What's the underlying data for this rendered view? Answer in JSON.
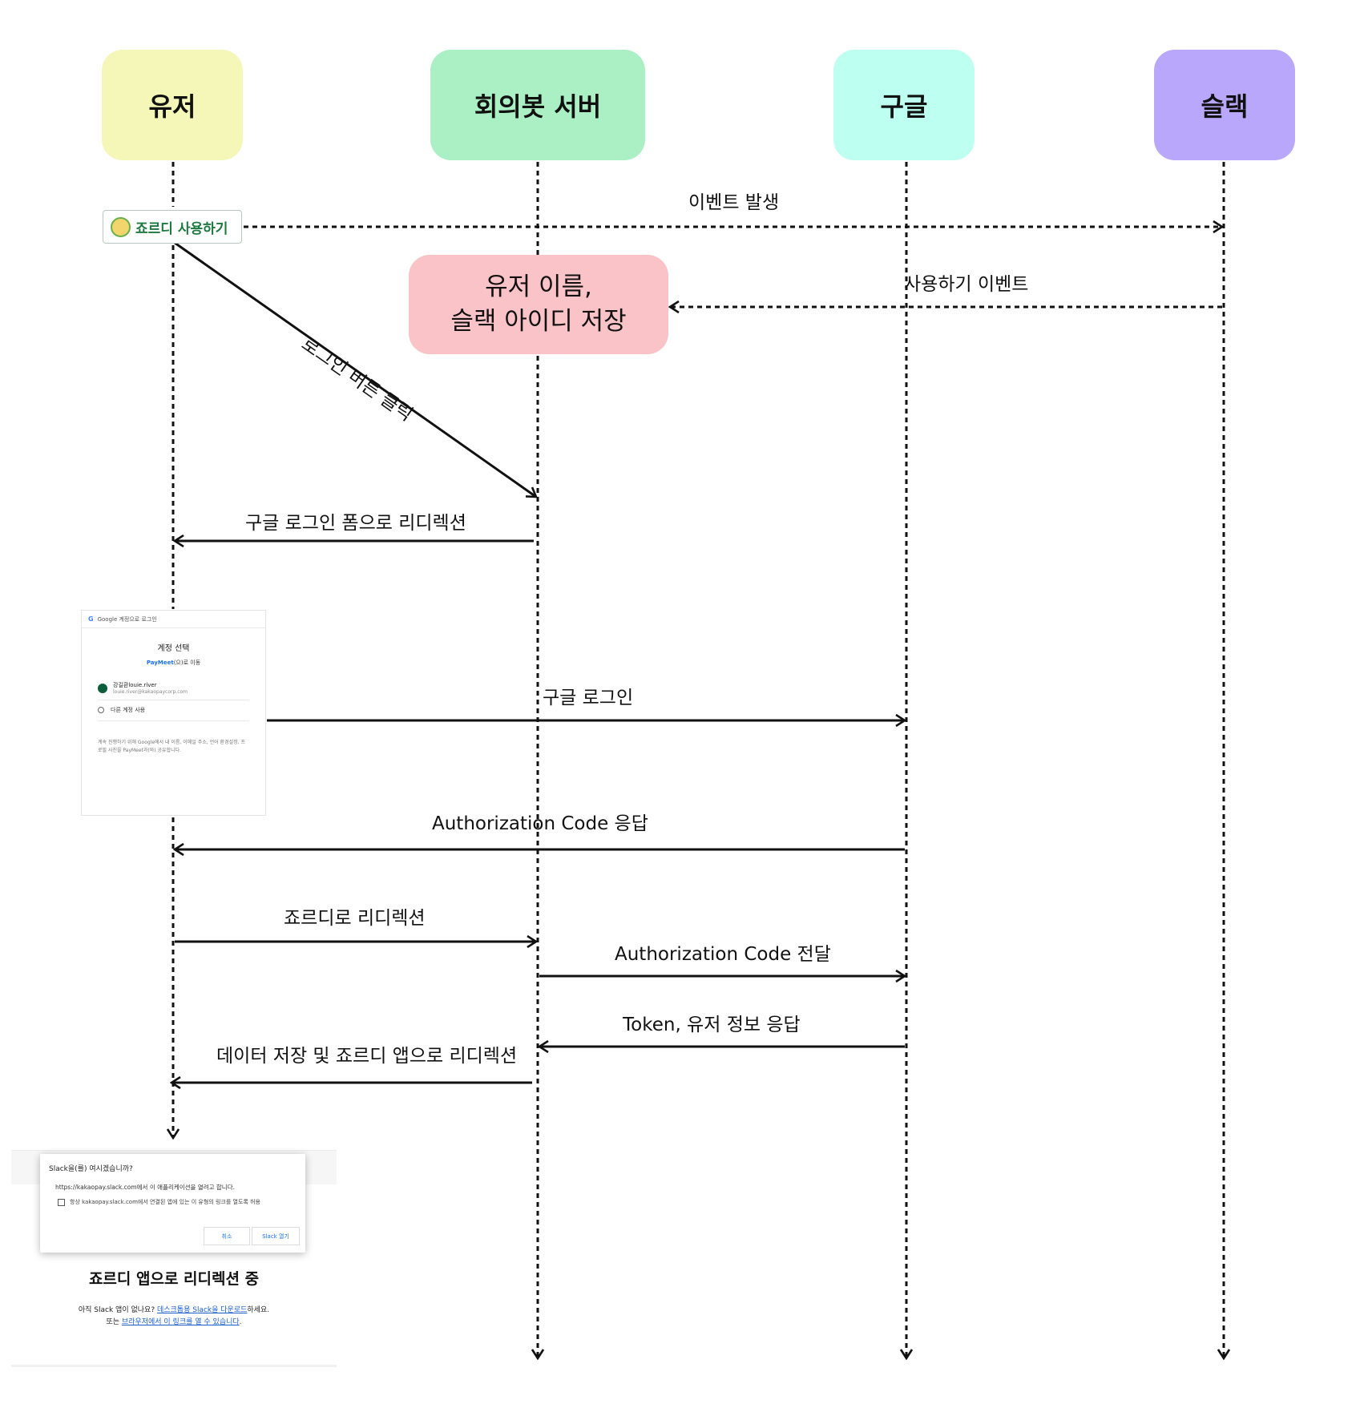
{
  "actors": {
    "user": {
      "label": "유저",
      "color": "#f5f7b8"
    },
    "bot_server": {
      "label": "회의봇 서버",
      "color": "#abefc4"
    },
    "google": {
      "label": "구글",
      "color": "#bdfff0"
    },
    "slack": {
      "label": "슬랙",
      "color": "#b9a7fb"
    }
  },
  "store_box": {
    "line1": "유저 이름,",
    "line2": "슬랙 아이디 저장",
    "color": "#f9c3c8"
  },
  "jordy_button": {
    "label": "죠르디 사용하기"
  },
  "messages": {
    "event_fire": "이벤트 발생",
    "use_event": "사용하기 이벤트",
    "login_click": "로그인 버튼 클릭",
    "redirect_google_form": "구글 로그인 폼으로 리디렉션",
    "google_login": "구글 로그인",
    "auth_code_response": "Authorization Code 응답",
    "redirect_jordy": "죠르디로 리디렉션",
    "auth_code_forward": "Authorization Code 전달",
    "token_response": "Token, 유저 정보 응답",
    "save_and_redirect_app": "데이터 저장 및 죠르디 앱으로 리디렉션"
  },
  "google_card": {
    "header": "Google 계정으로 로그인",
    "logo": "G",
    "title": "계정 선택",
    "app_name": "PayMeet",
    "subtitle_suffix": "(으)로 이동",
    "account_name": "강길환louie.river",
    "account_email": "louie.river@kakaopaycorp.com",
    "other_account": "다른 계정 사용",
    "note": "계속 진행하기 위해 Google에서 내 이름, 이메일 주소, 언어 환경설정, 프로필 사진을 PayMeet과(와) 공유합니다."
  },
  "slack_dialog": {
    "title": "Slack을(를) 여시겠습니까?",
    "message": "https://kakaopay.slack.com에서 이 애플리케이션을 열려고 합니다.",
    "checkbox_label": "항상 kakaopay.slack.com에서 연결된 앱에 있는 이 유형의 링크를 열도록 허용",
    "cancel": "취소",
    "open": "Slack 열기",
    "redirecting": "죠르디 앱으로 리디렉션 중",
    "foot1_prefix": "아직 Slack 앱이 없나요? ",
    "foot1_link": "데스크톱용 Slack을 다운로드",
    "foot1_suffix": "하세요.",
    "foot2_prefix": "또는 ",
    "foot2_link": "브라우저에서 이 링크를 열 수 있습니다",
    "foot2_suffix": "."
  }
}
